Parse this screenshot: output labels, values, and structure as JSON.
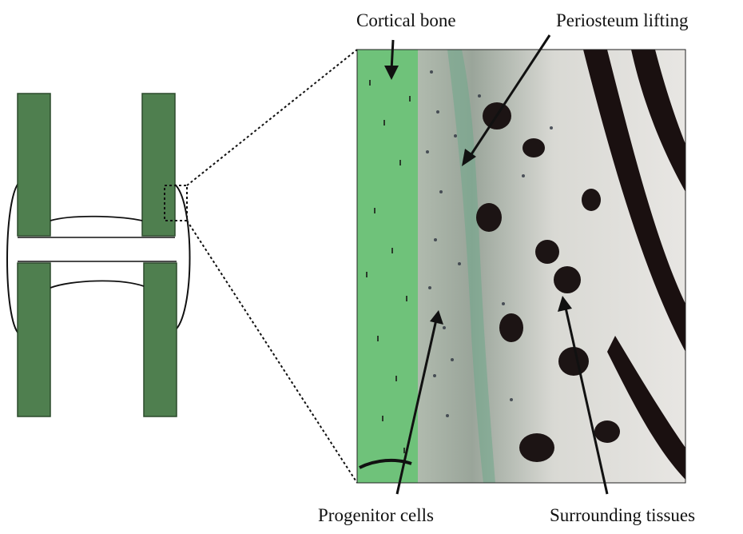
{
  "labels": {
    "cortical_bone": "Cortical bone",
    "periosteum_lifting": "Periosteum lifting",
    "progenitor_cells": "Progenitor cells",
    "surrounding_tissues": "Surrounding tissues"
  },
  "colors": {
    "bone_fill": "#4f7f4f",
    "bone_stroke": "#2b4a2b",
    "histology_green": "#6fc27a",
    "stroke": "#111111",
    "background": "#ffffff"
  }
}
